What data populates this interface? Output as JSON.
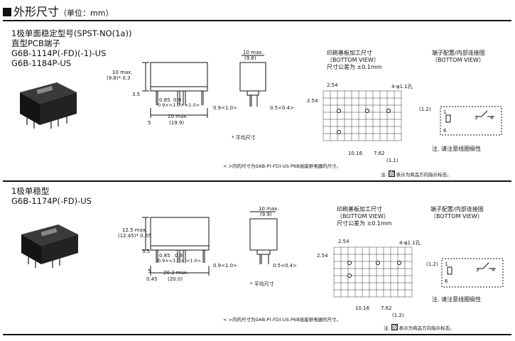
{
  "header": {
    "title": "外形尺寸",
    "unit": "（单位：mm）"
  },
  "section1": {
    "lines": [
      "1极单面稳定型号(SPST-NO(1a))",
      "直型PCB端子",
      "G6B-1114P(-FD)(-1)-US",
      "G6B-1184P-US"
    ],
    "dims": {
      "d10max": "10 max.",
      "d98": "(9.8)",
      "d10left": "10 max.",
      "d98left": "(9.8)",
      "star03": "* 0.3",
      "d35": "3.5",
      "d085": "0.85",
      "d09": "0.9",
      "d09x": "0.9×",
      "d10a": "<1.0>",
      "d10b": "<1.0>",
      "d09r": "0.9<1.0>",
      "d20max": "20 max.",
      "d199": "(19.9)",
      "d5": "5",
      "d05": "0.5",
      "d05r": "0.5<0.4>",
      "avg": "* 平均尺寸"
    },
    "pcb": {
      "title": "印刷基板加工尺寸",
      "view": "（BOTTOM VIEW）",
      "tol": "尺寸公差为 ±0.1mm",
      "d254a": "2.54",
      "d254b": "2.54",
      "hole": "4-φ1.1孔",
      "d12": "(1.2)",
      "d1016": "10.16",
      "d762": "7.62",
      "d11": "(1.1)"
    },
    "term": {
      "title": "端子配置/内部连接图",
      "view": "（BOTTOM VIEW）",
      "p1": "1",
      "p6": "6",
      "p3": "3",
      "p4": "4",
      "note": "注. 请注意线圈极性"
    },
    "bracket_note": "< >内的尺寸为G6B-P(-FD)-US-P6B插座继电器的尺寸。",
    "dir_note_a": "注.",
    "dir_note_b": "表示为商品方向指示标志。"
  },
  "section2": {
    "lines": [
      "1极单稳型",
      "G6B-1174P(-FD)-US"
    ],
    "dims": {
      "d10max": "10 max.",
      "d99": "(9.9)",
      "d125": "12.5 max.",
      "d1245": "(12.45)",
      "star065": "* 0.65",
      "d35": "3.5",
      "d085": "0.85",
      "d09": "0.9",
      "d09x": "0.9×",
      "d10a": "<1.0>",
      "d10b": "<1.0>",
      "d09r": "0.9<1.0>",
      "d202": "20.2 max.",
      "d200": "(20.0)",
      "d045": "0.45",
      "d5": "5",
      "d05r": "0.5<0.4>",
      "avg": "* 平均尺寸"
    },
    "pcb": {
      "title": "印刷基板加工尺寸",
      "view": "（BOTTOM VIEW）",
      "tol": "尺寸公差为 ±0.1mm",
      "d254a": "2.54",
      "d254b": "2.54",
      "hole": "4-φ1.1孔",
      "d12a": "(1.2)",
      "d1016": "10.16",
      "d762": "7.62",
      "d12b": "(1.2)"
    },
    "term": {
      "title": "端子配置/内部连接图",
      "view": "（BOTTOM VIEW）",
      "p1": "1",
      "p6": "6",
      "p3": "3",
      "p4": "4",
      "note": "注. 请注意线圈极性"
    },
    "bracket_note": "< >内的尺寸为G6B-P(-FD)-US-P6B插座继电器的尺寸。",
    "dir_note_a": "注.",
    "dir_note_b": "表示为商品方向指示标志。"
  },
  "colors": {
    "ink": "#111111",
    "grid": "#333333"
  }
}
